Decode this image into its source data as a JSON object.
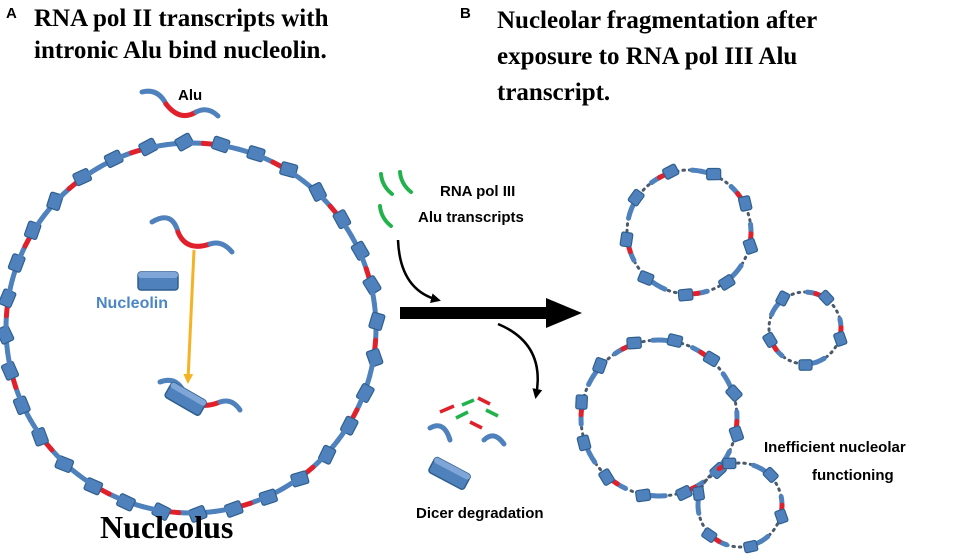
{
  "panel_a": {
    "letter": "A",
    "title_line1": "RNA pol II transcripts with",
    "title_line2": "intronic Alu bind nucleolin.",
    "alu_label": "Alu",
    "nucleolin_label": "Nucleolin",
    "nucleolus_label": "Nucleolus"
  },
  "panel_b": {
    "letter": "B",
    "title_line1": "Nucleolar fragmentation after",
    "title_line2": "exposure to RNA pol III Alu",
    "title_line3": "transcript.",
    "pol3_label_line1": "RNA pol III",
    "pol3_label_line2": "Alu transcripts",
    "dicer_label": "Dicer degradation",
    "inefficient_line1": "Inefficient nucleolar",
    "inefficient_line2": "functioning"
  },
  "colors": {
    "blue": "#4f81bd",
    "blue_dark": "#2f5f8f",
    "red": "#e0202a",
    "green": "#22b24c",
    "orange": "#f5b324",
    "dotted": "#4a5a6a"
  }
}
